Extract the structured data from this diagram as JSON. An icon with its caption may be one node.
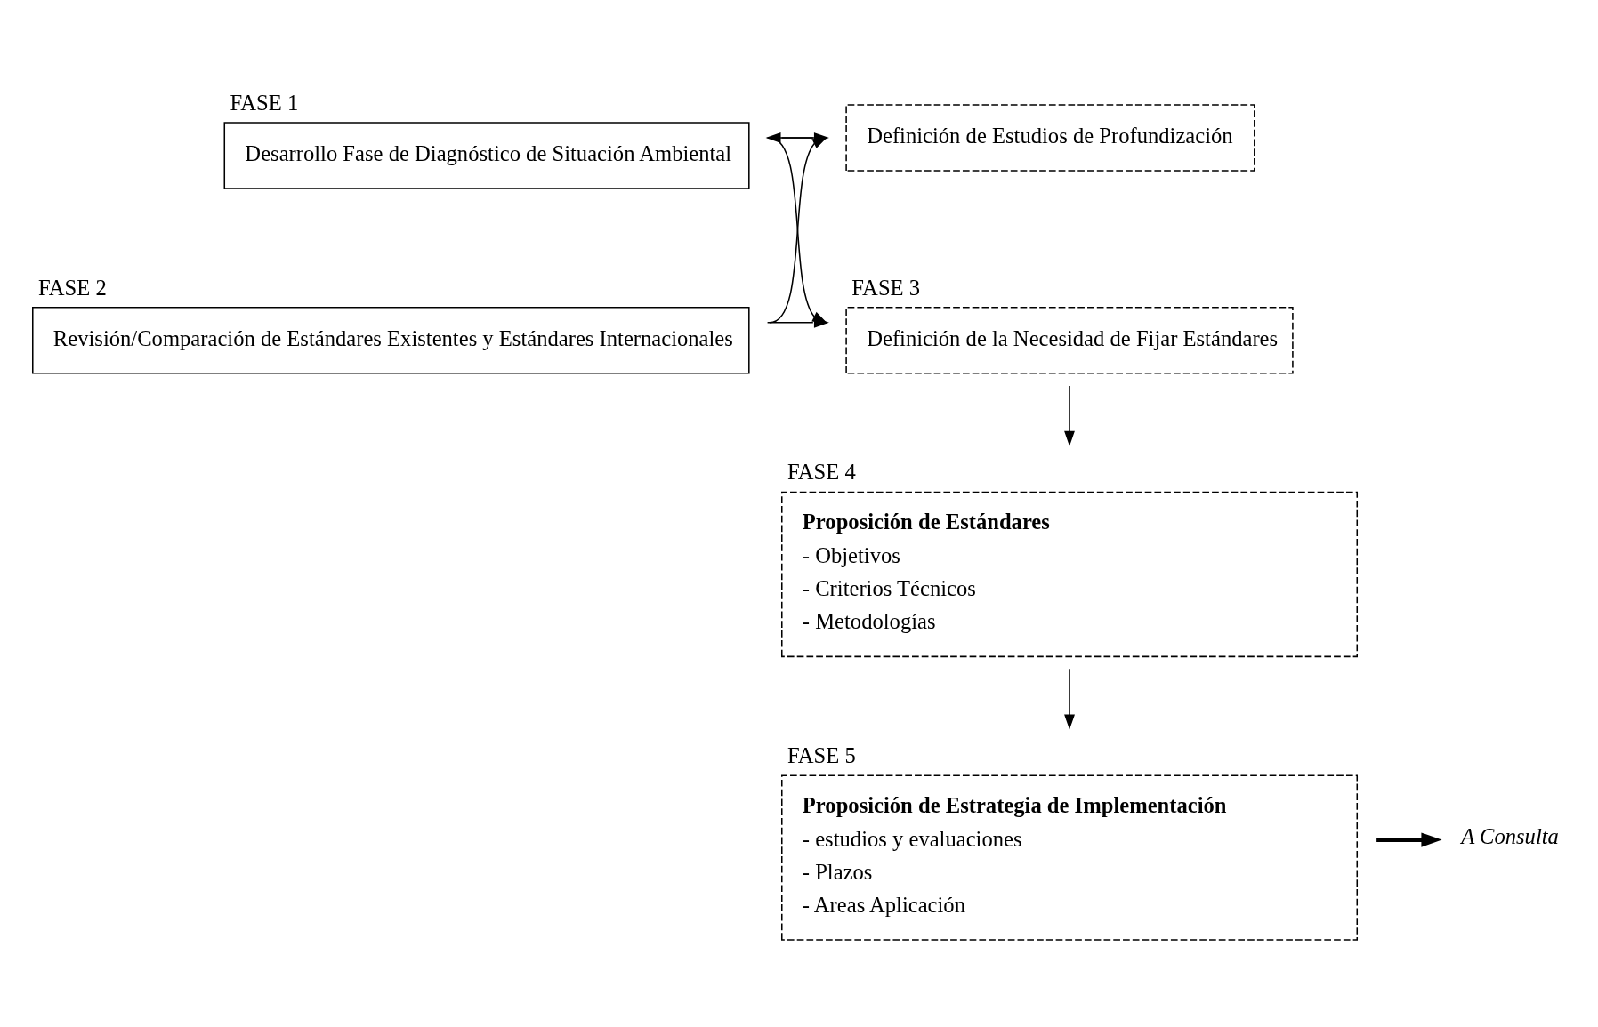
{
  "diagram": {
    "nodes": [
      {
        "text": [
          "Desarrollo Fase de Diagnóstico de Situación Ambiental"
        ],
        "beside": [
          "FASE 1"
        ]
      },
      {
        "text": [
          "Revisión/Comparación de Estándares Existentes y Estándares Internacionales"
        ],
        "beside": [
          "FASE 2"
        ]
      },
      {
        "text": [
          "Definición de Estudios de Profundización"
        ]
      },
      {
        "text": [
          "Definición de la Necesidad de Fijar Estándares"
        ],
        "beside": [
          "FASE 3"
        ]
      },
      {
        "text": [
          "Proposición de Estándares",
          "- Objetivos",
          "- Criterios Técnicos",
          "- Metodologías"
        ],
        "beside": [
          "FASE 4"
        ]
      },
      {
        "text": [
          "Proposición de Estrategia de Implementación",
          "- estudios y evaluaciones",
          "- Plazos",
          "- Areas Aplicación"
        ],
        "beside": [
          "FASE 5"
        ]
      },
      {
        "text": [
          "A Consulta"
        ]
      }
    ],
    "edges": [
      {
        "from": 0,
        "to": 2,
        "arrow": "to"
      },
      {
        "from": 0,
        "to": 3,
        "arrow": "to"
      },
      {
        "from": 1,
        "to": 2,
        "arrow": "to"
      },
      {
        "from": 1,
        "to": 3,
        "arrow": "to"
      },
      {
        "from": 2,
        "to": 0,
        "arrow": "to"
      },
      {
        "from": 3,
        "to": 4,
        "arrow": "to"
      },
      {
        "from": 4,
        "to": 5,
        "arrow": "to"
      },
      {
        "from": 5,
        "to": 6,
        "arrow": "to",
        "style": "thick"
      }
    ]
  }
}
